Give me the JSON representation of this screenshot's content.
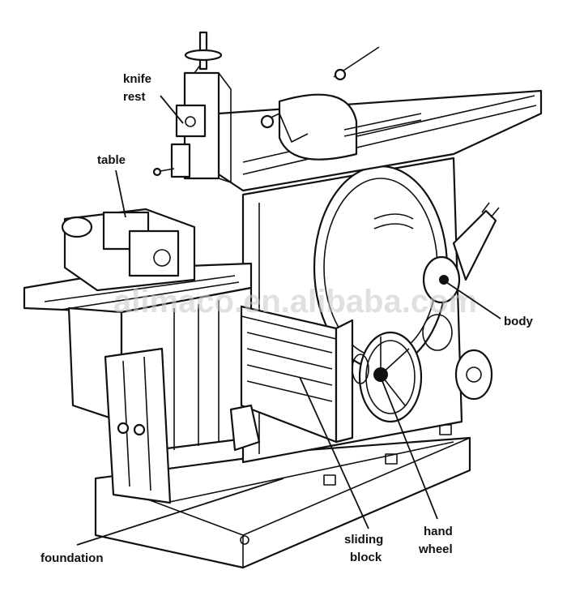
{
  "labels": {
    "knife_rest_line1": "knife",
    "knife_rest_line2": "rest",
    "table": "table",
    "body": "body",
    "foundation": "foundation",
    "sliding_block_line1": "sliding",
    "sliding_block_line2": "block",
    "hand_wheel_line1": "hand",
    "hand_wheel_line2": "wheel"
  },
  "watermark": "alimaco.en.alibaba.com"
}
